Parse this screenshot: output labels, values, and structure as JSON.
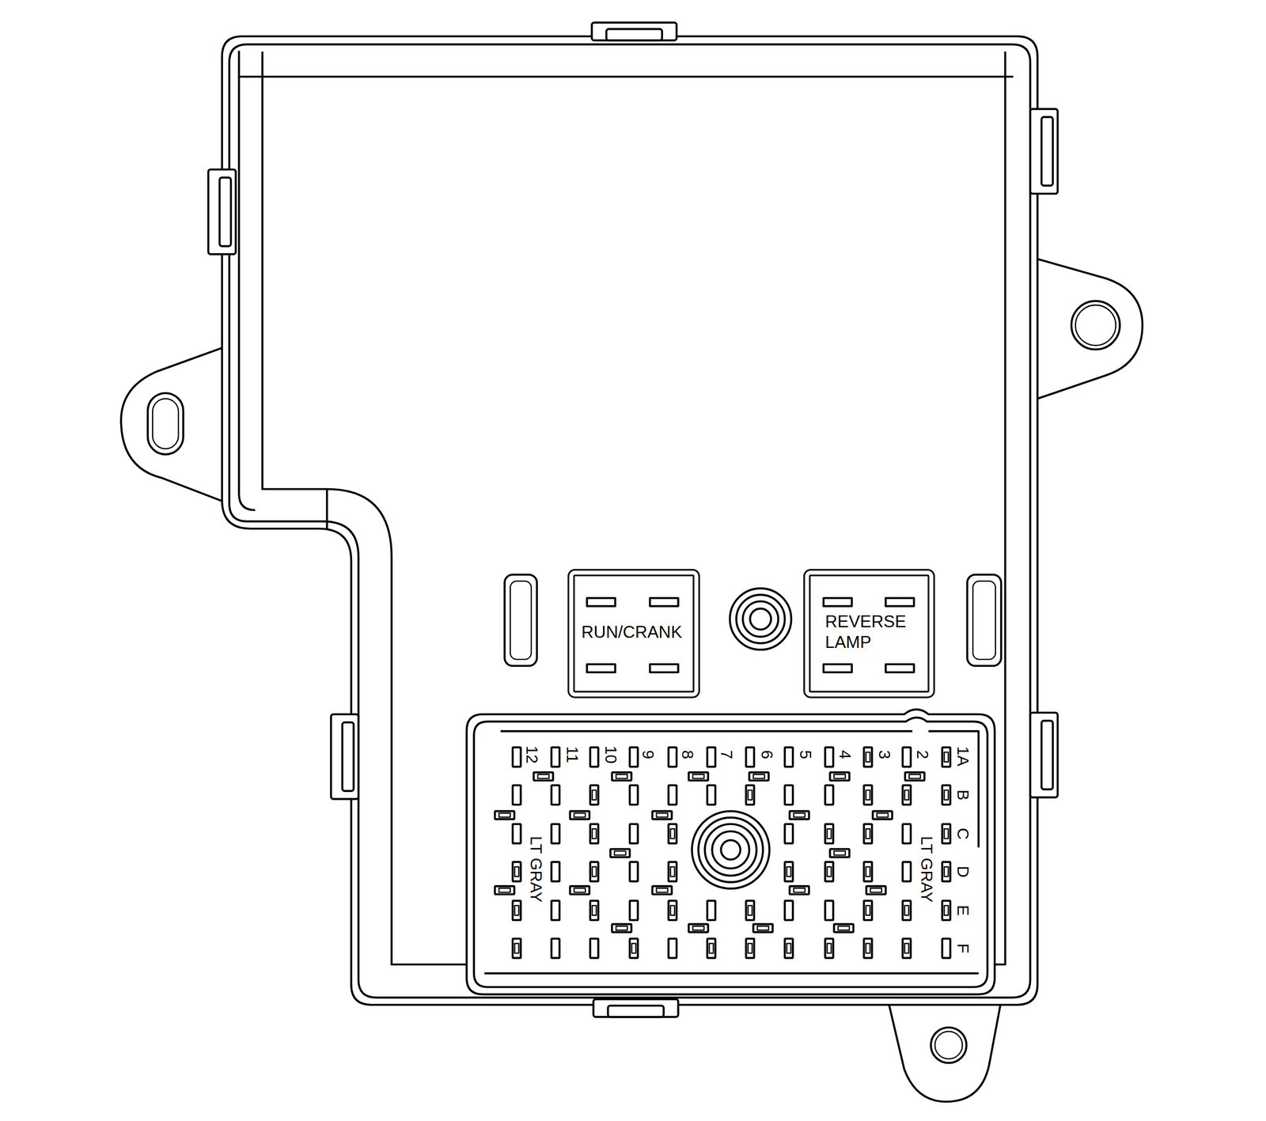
{
  "diagram": {
    "nodes": [
      {
        "text": [
          "RUN/CRANK"
        ]
      },
      {
        "text": [
          "REVERSE LAMP"
        ]
      }
    ],
    "labels": [
      "12",
      "11",
      "10",
      "9",
      "8",
      "7",
      "6",
      "5",
      "4",
      "3",
      "2",
      "1A",
      "B",
      "C",
      "D",
      "E",
      "F",
      "LT GRAY",
      "LT GRAY"
    ]
  }
}
